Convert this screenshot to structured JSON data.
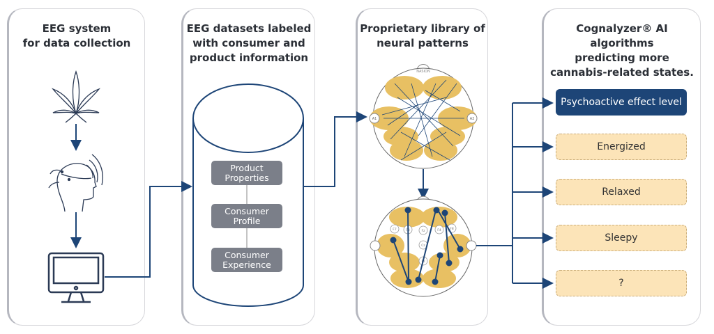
{
  "panels": [
    {
      "title": "EEG system\nfor data collection"
    },
    {
      "title": "EEG datasets labeled\nwith consumer and\nproduct information"
    },
    {
      "title": "Proprietary library of\nneural patterns"
    },
    {
      "title": "Cognalyzer® AI algorithms\npredicting more\ncannabis-related states."
    }
  ],
  "dataset_boxes": [
    "Product\nProperties",
    "Consumer\nProfile",
    "Consumer\nExperience"
  ],
  "brain_labels": {
    "nasion": "NASION",
    "a1": "A1",
    "a2": "A2",
    "f7": "F7",
    "f3": "F3",
    "fz": "Fz",
    "f4": "F4",
    "f8": "F8",
    "cz": "Cz",
    "pz": "Pz"
  },
  "outputs": [
    {
      "label": "Psychoactive effect level",
      "highlighted": true
    },
    {
      "label": "Energized",
      "highlighted": false
    },
    {
      "label": "Relaxed",
      "highlighted": false
    },
    {
      "label": "Sleepy",
      "highlighted": false
    },
    {
      "label": "?",
      "highlighted": false
    }
  ],
  "colors": {
    "navy": "#1d4577",
    "tan": "#fce4b8",
    "ellipse": "#e8c063",
    "gray_box": "#7b7f89"
  }
}
